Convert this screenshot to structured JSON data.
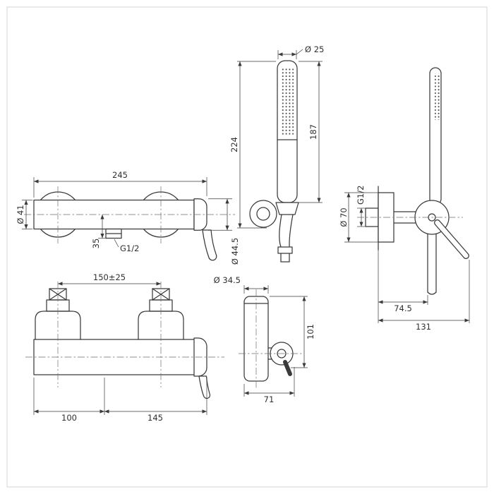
{
  "page": {
    "background": "#ffffff",
    "line_color": "#3a3a3a"
  },
  "views": {
    "handshower_front": {
      "name": "hand-shower-front-view",
      "dims": {
        "head_diameter": "Ø 25",
        "wand_length": "187",
        "overall_height": "224"
      }
    },
    "handshower_side": {
      "name": "hand-shower-side-view",
      "dims": {
        "thread": "G1/2",
        "rosette_diameter": "Ø 70",
        "wall_to_holder": "74.5",
        "overall_depth": "131"
      }
    },
    "mixer_front": {
      "name": "mixer-front-view",
      "dims": {
        "overall_width": "245",
        "body_diameter": "Ø 41",
        "outlet_offset": "35",
        "outlet_thread": "G1/2",
        "cap_diameter": "Ø 44.5"
      }
    },
    "mixer_plan": {
      "name": "mixer-plan-view",
      "dims": {
        "inlet_spacing": "150±25",
        "left_segment": "100",
        "right_segment": "145"
      }
    },
    "mixer_side": {
      "name": "mixer-side-view",
      "dims": {
        "body_diameter": "Ø 34.5",
        "height": "101",
        "depth": "71"
      }
    }
  }
}
